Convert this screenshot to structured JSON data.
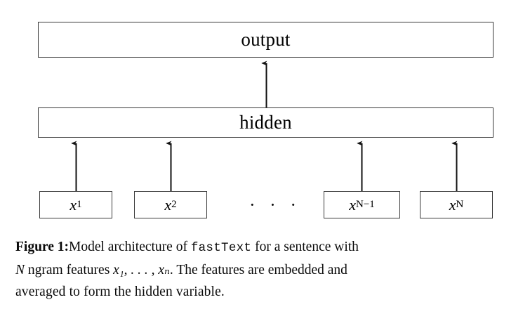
{
  "figure": {
    "diagram": {
      "layers": [
        {
          "id": "output",
          "label": "output"
        },
        {
          "id": "hidden",
          "label": "hidden"
        }
      ],
      "features": [
        {
          "id": "x1",
          "var": "x",
          "sub": "1"
        },
        {
          "id": "x2",
          "var": "x",
          "sub": "2"
        },
        {
          "id": "xN-1",
          "var": "x",
          "sub": "N−1"
        },
        {
          "id": "xN",
          "var": "x",
          "sub": "N"
        }
      ],
      "ellipsis": "· · ·",
      "arrows": [
        {
          "id": "hidden-to-output",
          "from": "hidden",
          "to": "output"
        },
        {
          "id": "x1-to-hidden",
          "from": "x1",
          "to": "hidden"
        },
        {
          "id": "x2-to-hidden",
          "from": "x2",
          "to": "hidden"
        },
        {
          "id": "xN-1-to-hidden",
          "from": "xN-1",
          "to": "hidden"
        },
        {
          "id": "xN-to-hidden",
          "from": "xN",
          "to": "hidden"
        }
      ],
      "colors": {
        "box_border": "#3a3a3a",
        "arrow": "#1a1a1a",
        "background": "#ffffff",
        "text": "#000000"
      }
    },
    "caption": {
      "label": "Figure 1:",
      "line1_a": "Model architecture of ",
      "line1_mono": "fastText",
      "line1_b": " for a sentence with",
      "line2_a": "N",
      "line2_b": " ngram features ",
      "line2_math": "x₁, . . . , xₙ",
      "line2_c": ". The features are embedded and",
      "line3": "averaged to form the hidden variable.",
      "full_text": "Figure 1: Model architecture of fastText for a sentence with N ngram features x1, . . . , xN. The features are embedded and averaged to form the hidden variable."
    }
  }
}
